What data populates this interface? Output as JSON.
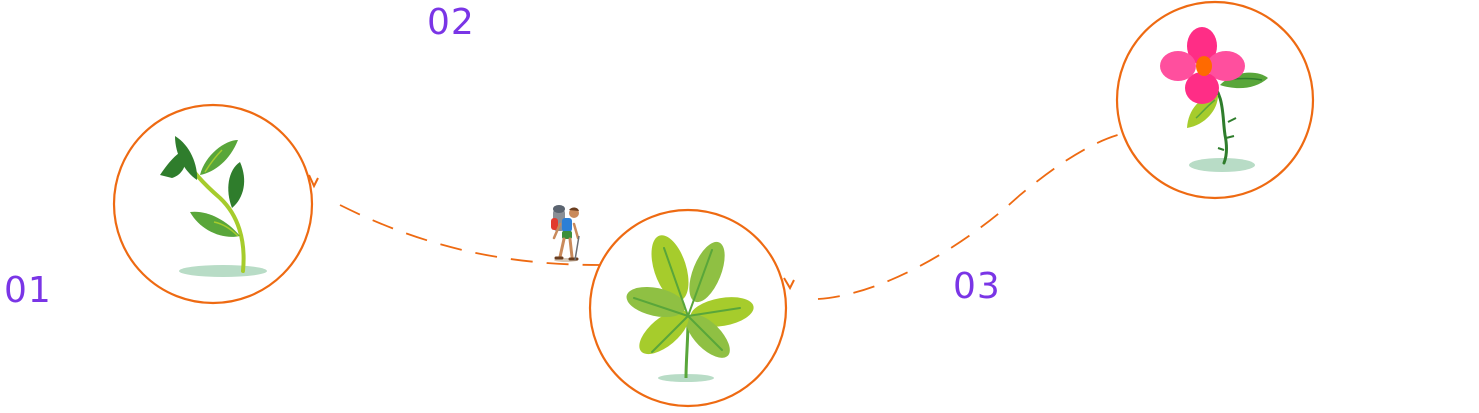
{
  "colors": {
    "accent": "#ee6a12",
    "number": "#7a35e6",
    "leaf_dark": "#2f7d2c",
    "leaf_mid": "#59a63a",
    "leaf_light": "#a6cc2c",
    "petal": "#ff2d86",
    "petal_center": "#ff6a00",
    "shadow": "#b8dcc6"
  },
  "steps": [
    {
      "number": "01",
      "icon": "seedling-icon"
    },
    {
      "number": "02",
      "icon": "clover-plant-icon"
    },
    {
      "number": "03",
      "icon": "flower-icon"
    }
  ],
  "traveler": {
    "icon": "hiker-icon"
  }
}
